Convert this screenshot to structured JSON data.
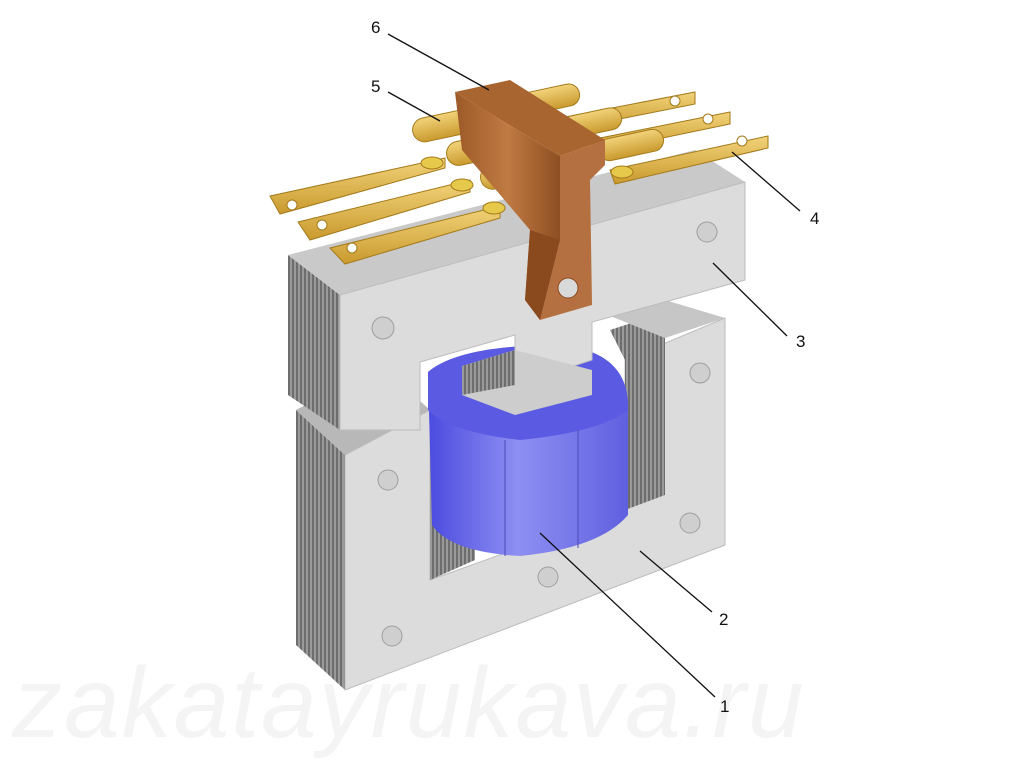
{
  "diagram": {
    "callouts": {
      "c1": "1",
      "c2": "2",
      "c3": "3",
      "c4": "4",
      "c5": "5",
      "c6": "6"
    },
    "watermark": "zakatayrukava.ru",
    "colors": {
      "core_face": "#d8d8d8",
      "core_lamination": "#8a8a8a",
      "coil": "#6f6fe6",
      "contact_strip": "#e3b84a",
      "bridge": "#b5703a"
    }
  }
}
